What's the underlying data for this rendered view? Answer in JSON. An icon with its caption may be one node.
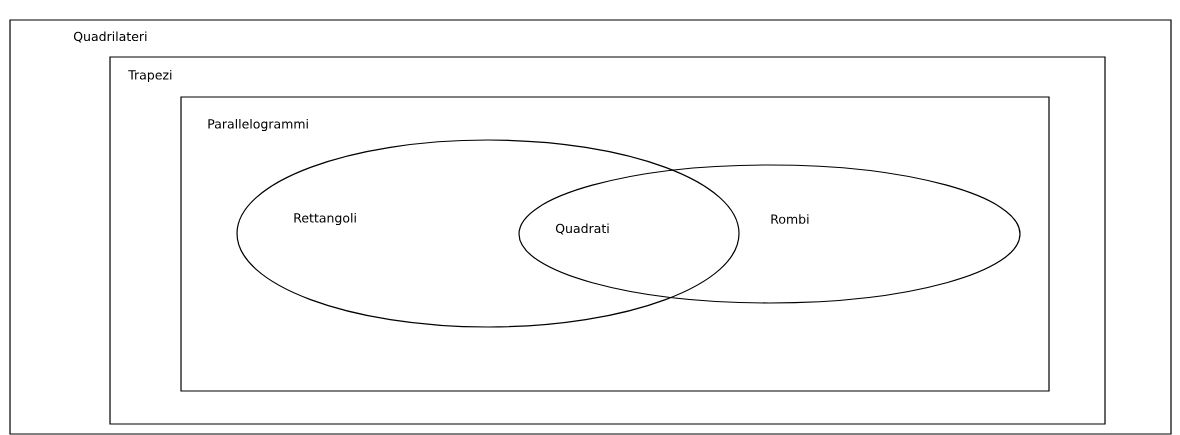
{
  "diagram": {
    "nodes": [
      {
        "text": [
          "Quadrilateri"
        ]
      },
      {
        "text": [
          "Trapezi"
        ],
        "in": 0
      },
      {
        "text": [
          "Parallelogrammi"
        ],
        "in": 1
      },
      {
        "text": [
          "Rettangoli"
        ],
        "in": 2
      },
      {
        "text": [
          "Rombi"
        ],
        "in": 2
      }
    ],
    "labels": [
      "Quadrati"
    ]
  }
}
